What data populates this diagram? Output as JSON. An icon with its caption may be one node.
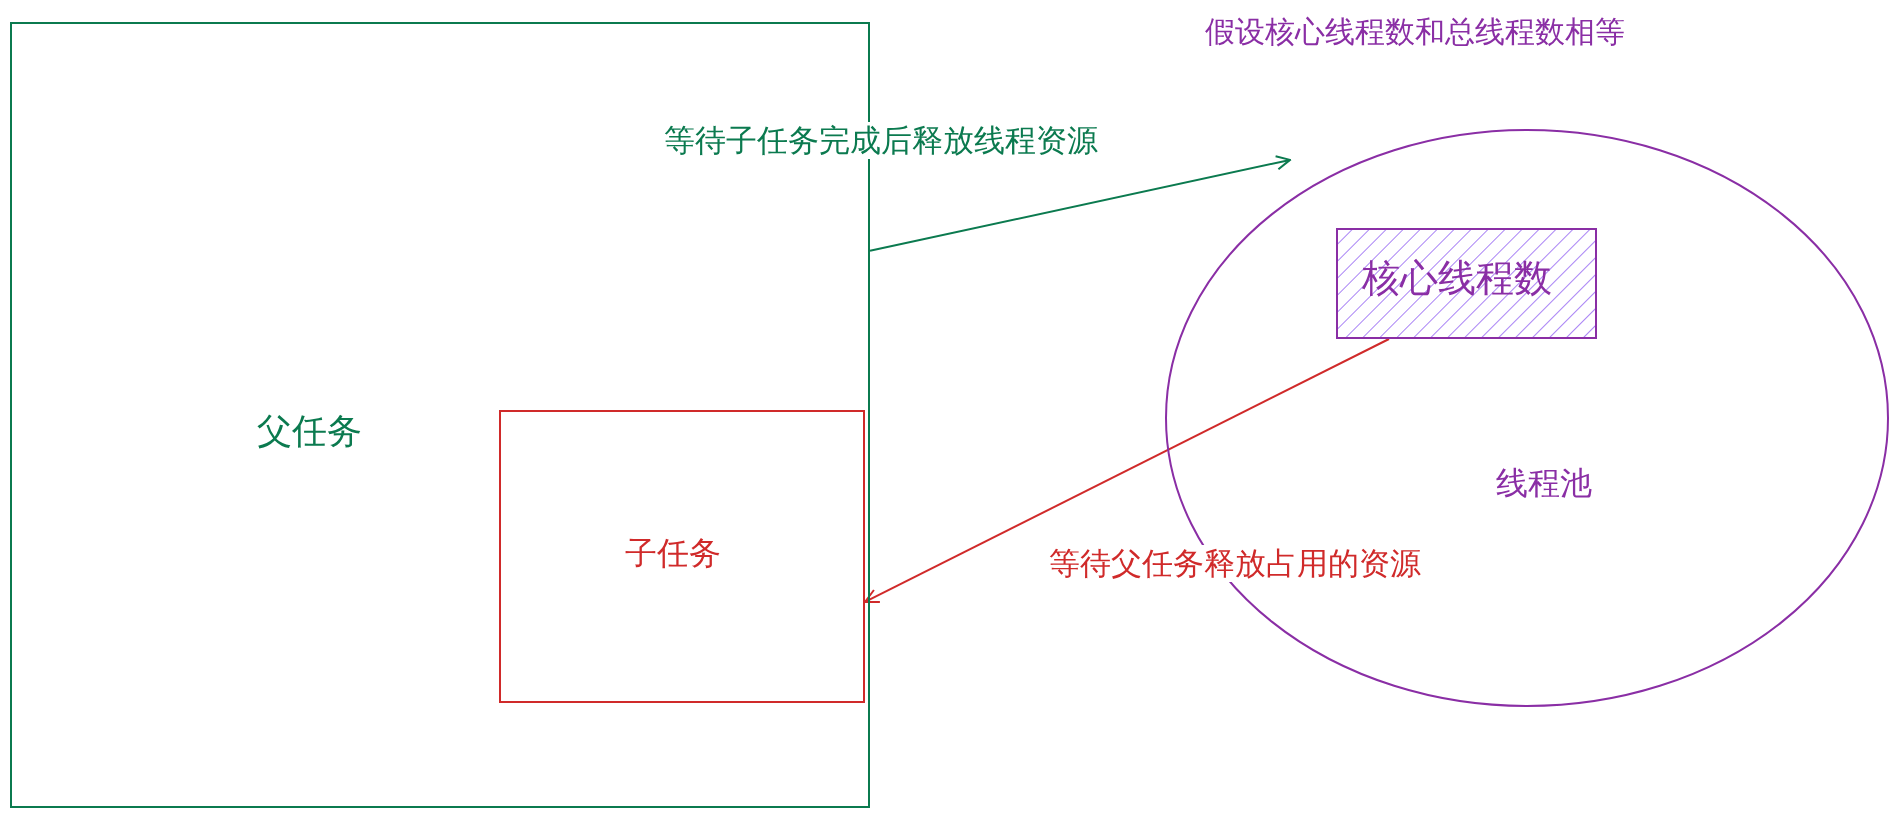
{
  "diagram": {
    "title": "假设核心线程数和总线程数相等",
    "nodes": [
      {
        "text": [
          "父任务"
        ]
      },
      {
        "text": [
          "子任务"
        ],
        "in": 0
      },
      {
        "text": [
          "线程池"
        ]
      },
      {
        "text": [
          "核心线程数"
        ],
        "in": 2
      }
    ],
    "edges": [
      {
        "from": 0,
        "to": 2,
        "arrow": "to",
        "label": "等待子任务完成后释放线程资源",
        "color": "#0b7a4f"
      },
      {
        "from": 3,
        "to": 1,
        "arrow": "to",
        "label": "等待父任务释放占用的资源",
        "color": "#d02a2a"
      }
    ]
  }
}
